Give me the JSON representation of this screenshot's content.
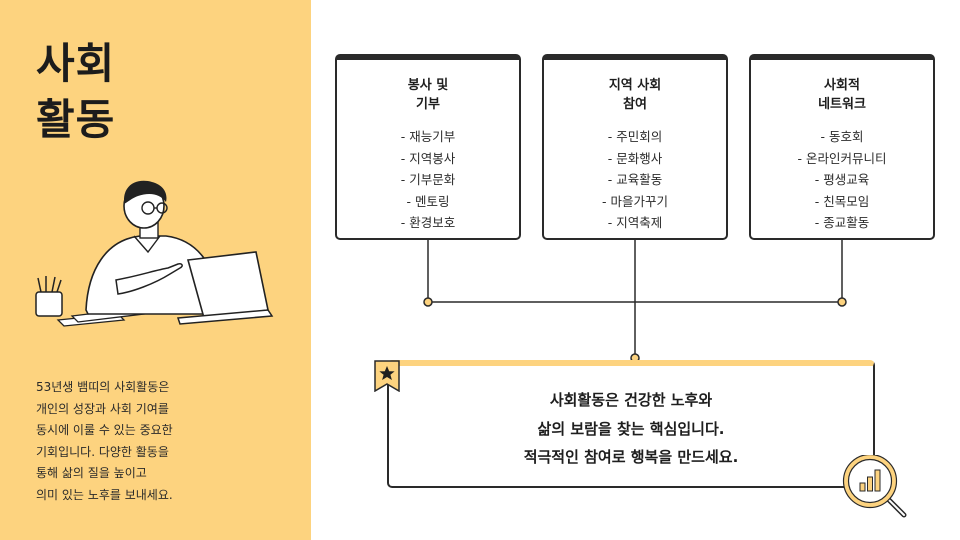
{
  "sidebar": {
    "title": "사회\n활동",
    "description": "53년생 뱀띠의 사회활동은\n개인의 성장과 사회 기여를\n동시에 이룰 수 있는 중요한\n기회입니다. 다양한 활동을\n통해 삶의 질을 높이고\n의미 있는 노후를 보내세요.",
    "accent_color": "#fdd37f"
  },
  "cards": [
    {
      "title": "봉사 및\n기부",
      "items": [
        "- 재능기부",
        "- 지역봉사",
        "- 기부문화",
        "- 멘토링",
        "- 환경보호"
      ]
    },
    {
      "title": "지역 사회\n참여",
      "items": [
        "- 주민회의",
        "- 문화행사",
        "- 교육활동",
        "- 마을가꾸기",
        "- 지역축제"
      ]
    },
    {
      "title": "사회적\n네트워크",
      "items": [
        "- 동호회",
        "- 온라인커뮤니티",
        "- 평생교육",
        "- 친목모임",
        "- 종교활동"
      ]
    }
  ],
  "summary": {
    "text": "사회활동은 건강한 노후와\n삶의 보람을 찾는 핵심입니다.\n적극적인 참여로 행복을 만드세요.",
    "badge_icon": "star-ribbon-icon",
    "corner_icon": "magnifier-chart-icon"
  },
  "illustration": "man-at-laptop-illustration",
  "colors": {
    "dark": "#2a2a2a",
    "node": "#fdd37f"
  }
}
